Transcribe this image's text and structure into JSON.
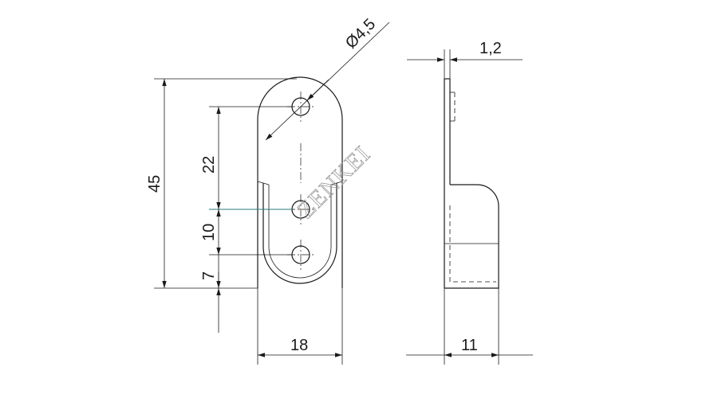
{
  "drawing": {
    "hole_dimension": "Ø4,5",
    "thickness_dimension": "1,2",
    "total_length": "45",
    "hole_spacing_upper": "22",
    "hole_spacing_lower": "10",
    "bottom_offset": "7",
    "width": "18",
    "depth": "11",
    "watermark": "ZENKEI"
  },
  "colors": {
    "line": "#1a1a1a",
    "background": "#ffffff",
    "watermark": "#9a9a9a",
    "highlight_line": "#2a7a7a"
  }
}
